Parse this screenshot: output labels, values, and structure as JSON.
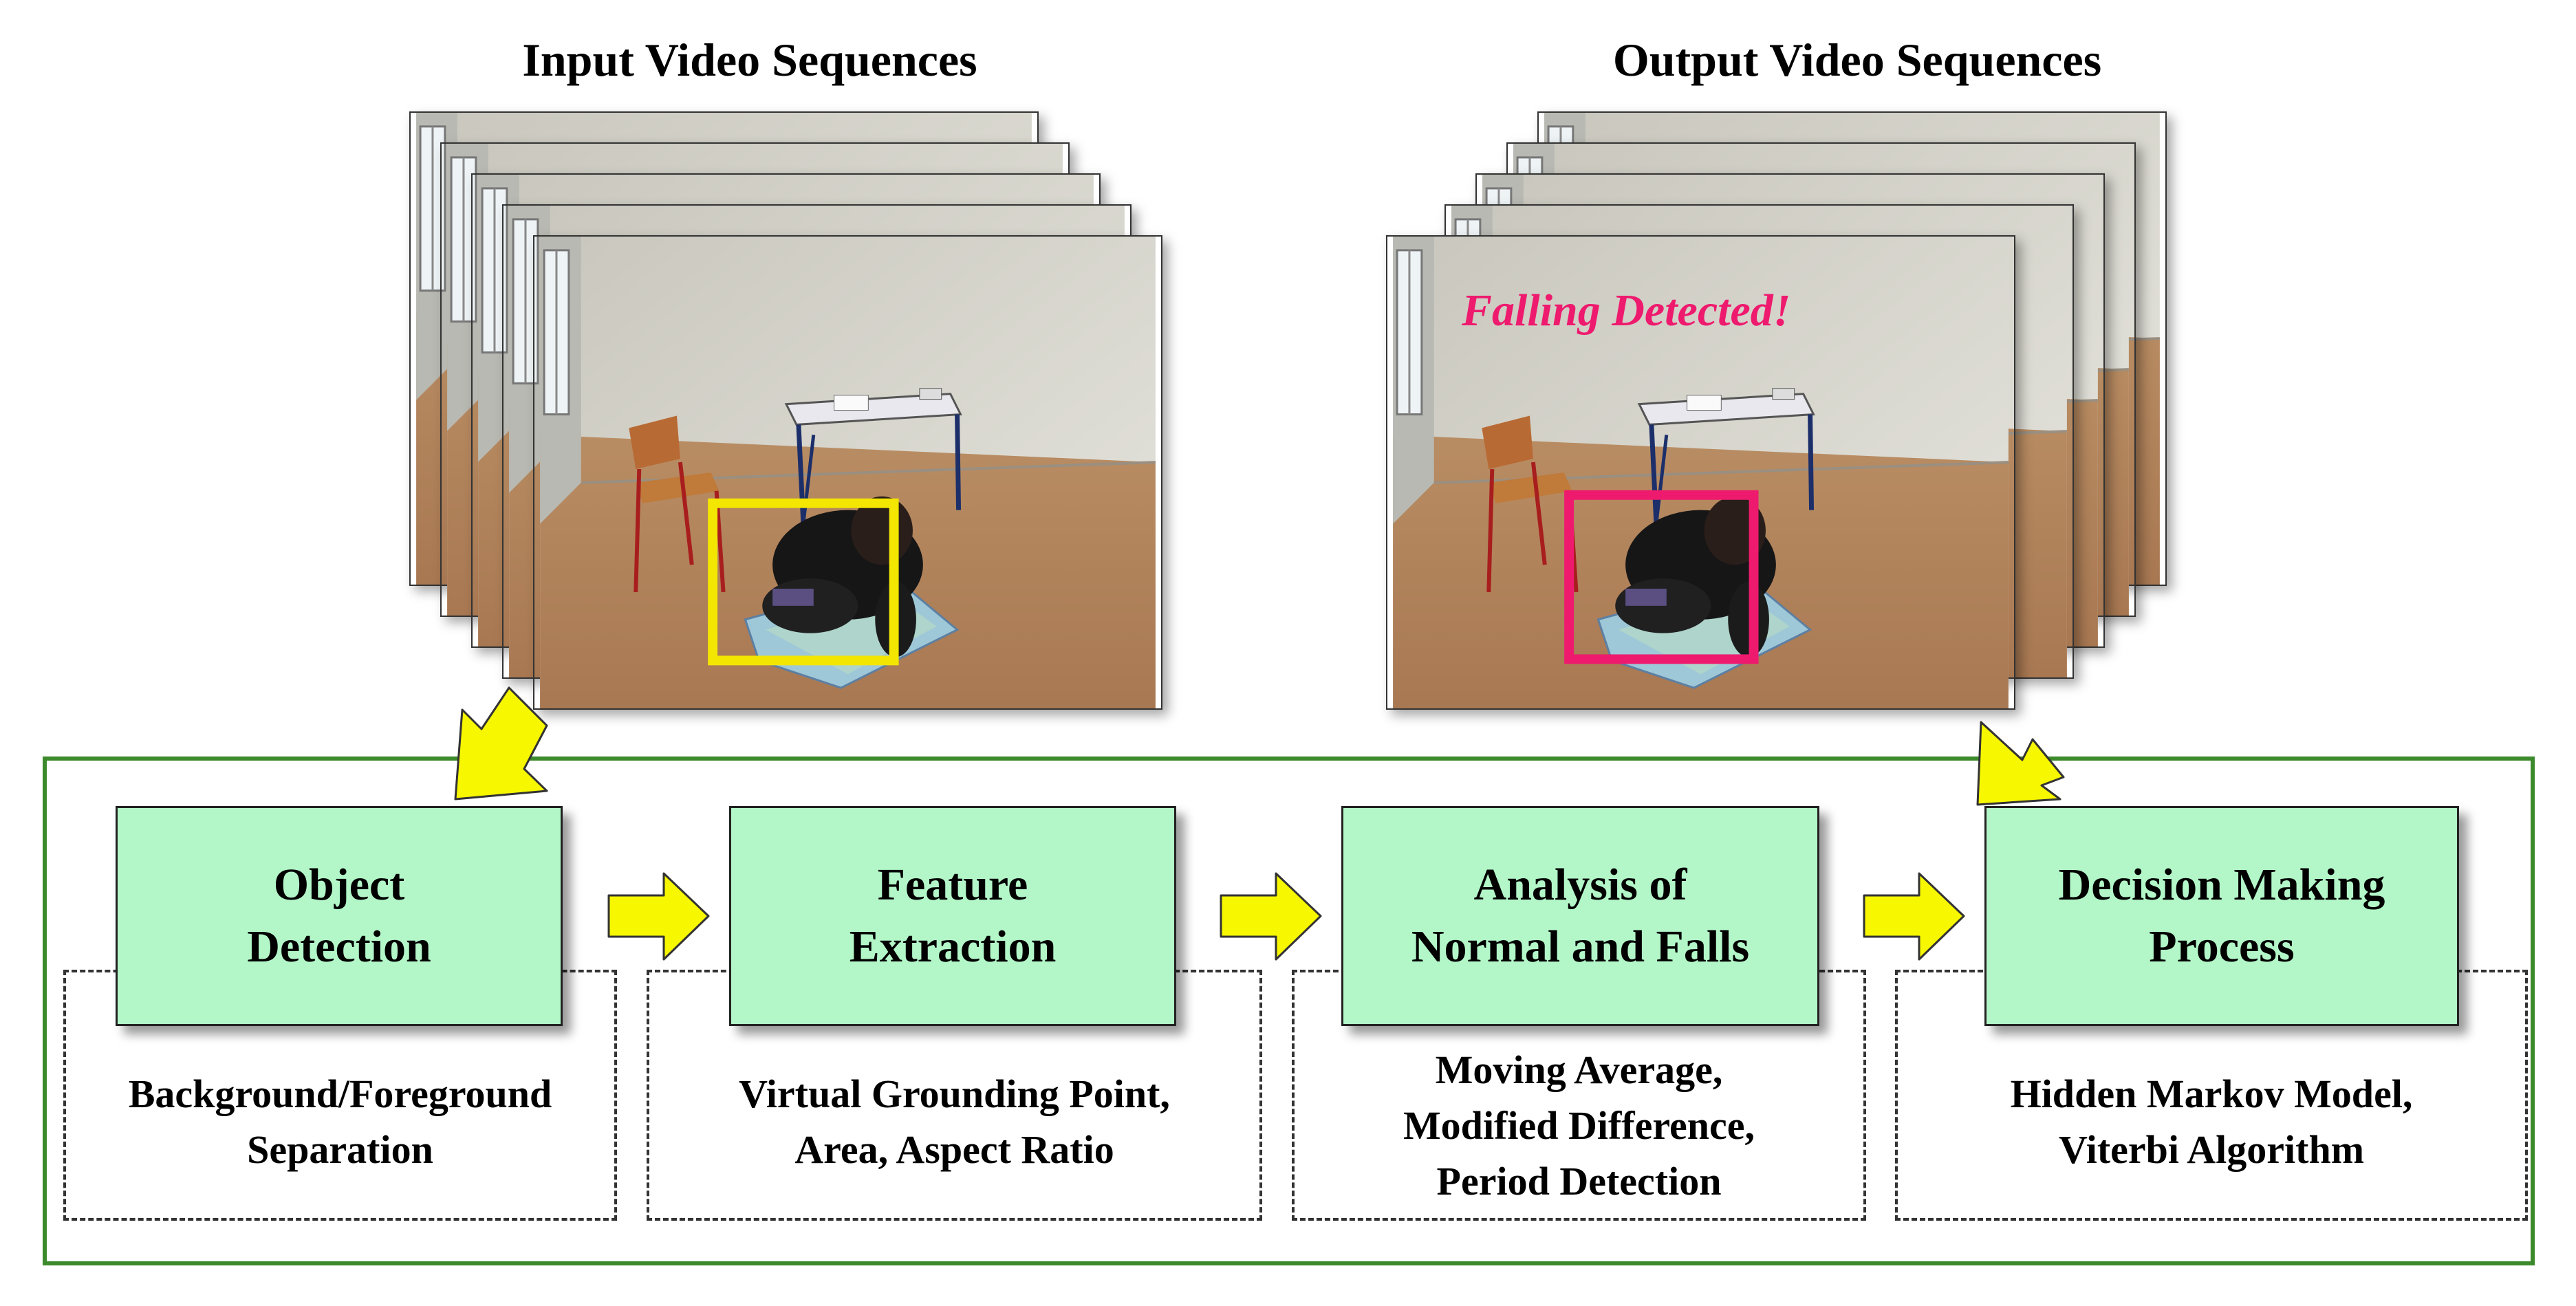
{
  "input_title": "Input Video Sequences",
  "output_title": "Output Video Sequences",
  "detection_text": "Falling Detected!",
  "colors": {
    "input_box": "#f3e600",
    "output_box": "#ee1a6e",
    "step_fill": "#b3f7c9",
    "container_border": "#3d8a2c",
    "arrow_fill": "#f7f700"
  },
  "steps": [
    {
      "title": "Object\nDetection",
      "description": "Background/Foreground\nSeparation"
    },
    {
      "title": "Feature\nExtraction",
      "description": "Virtual Grounding Point,\nArea, Aspect Ratio"
    },
    {
      "title": "Analysis of\nNormal and Falls",
      "description": "Moving Average,\nModified Difference,\nPeriod Detection"
    },
    {
      "title": "Decision Making\nProcess",
      "description": "Hidden Markov Model,\nViterbi Algorithm"
    }
  ]
}
